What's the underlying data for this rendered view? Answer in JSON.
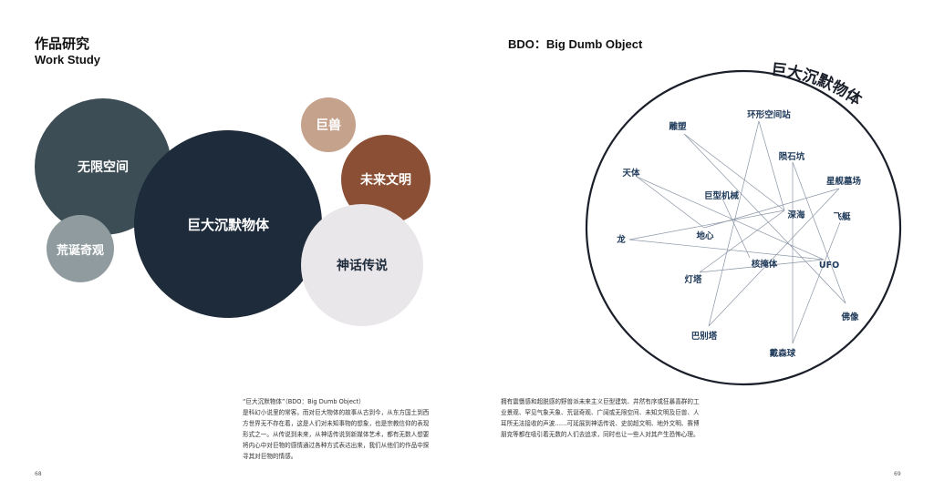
{
  "left_page": {
    "title_cn": "作品研究",
    "title_en": "Work Study",
    "bubbles": [
      "无限空间",
      "巨大沉默物体",
      "巨兽",
      "未来文明",
      "神话传说",
      "荒诞奇观"
    ],
    "paragraph_title": "“巨大沉默物体”（BDO：Big Dumb Object）",
    "paragraph": "是科幻小说里的常客。而对巨大物体的故事从古到今，从东方国土到西方世界无不存在着，这是人们对未知事物的想象，也是宗教信仰的表现形式之一。从传说到未来，从神话传说到新媒体艺术，都有无数人想要将内心中对巨物的感情通过各种方式表达出来，我们从他们的作品中探寻其对巨物的情感。",
    "page_number": "68"
  },
  "right_page": {
    "title": "BDO：Big Dumb Object",
    "diagram_title": "巨大沉默物体",
    "nodes": [
      "环形空间站",
      "雕塑",
      "陨石坑",
      "天体",
      "星舰墓场",
      "巨型机械",
      "深海",
      "飞艇",
      "龙",
      "地心",
      "核掩体",
      "UFO",
      "灯塔",
      "佛像",
      "巴别塔",
      "戴森球"
    ],
    "edges": [
      [
        "环形空间站",
        "巴别塔"
      ],
      [
        "环形空间站",
        "深海"
      ],
      [
        "雕塑",
        "深海"
      ],
      [
        "雕塑",
        "佛像"
      ],
      [
        "天体",
        "地心"
      ],
      [
        "天体",
        "UFO"
      ],
      [
        "巨型机械",
        "核掩体"
      ],
      [
        "陨石坑",
        "戴森球"
      ],
      [
        "陨石坑",
        "佛像"
      ],
      [
        "星舰墓场",
        "地心"
      ],
      [
        "星舰墓场",
        "巴别塔"
      ],
      [
        "深海",
        "灯塔"
      ],
      [
        "龙",
        "深海"
      ],
      [
        "龙",
        "UFO"
      ],
      [
        "灯塔",
        "UFO"
      ],
      [
        "飞艇",
        "戴森球"
      ]
    ],
    "paragraph": "拥有震慑感和超脱感的野兽派未来主义巨型建筑、井然有序或狂暴喜群的工业景观、罕见气象天象、荒诞奇观、广阔或无限空间、未知文明及巨兽、人耳所无法接收的声波……可延展到神话传说、史前超文明、地外文明、赛博朋克等都在吸引着无数的人们去追求，同时也让一些人对其产生恐怖心理。",
    "page_number": "69",
    "colors": {
      "node_text": "#1f3a5a",
      "line": "#8a95a5",
      "ring": "#1a1f2a"
    }
  }
}
